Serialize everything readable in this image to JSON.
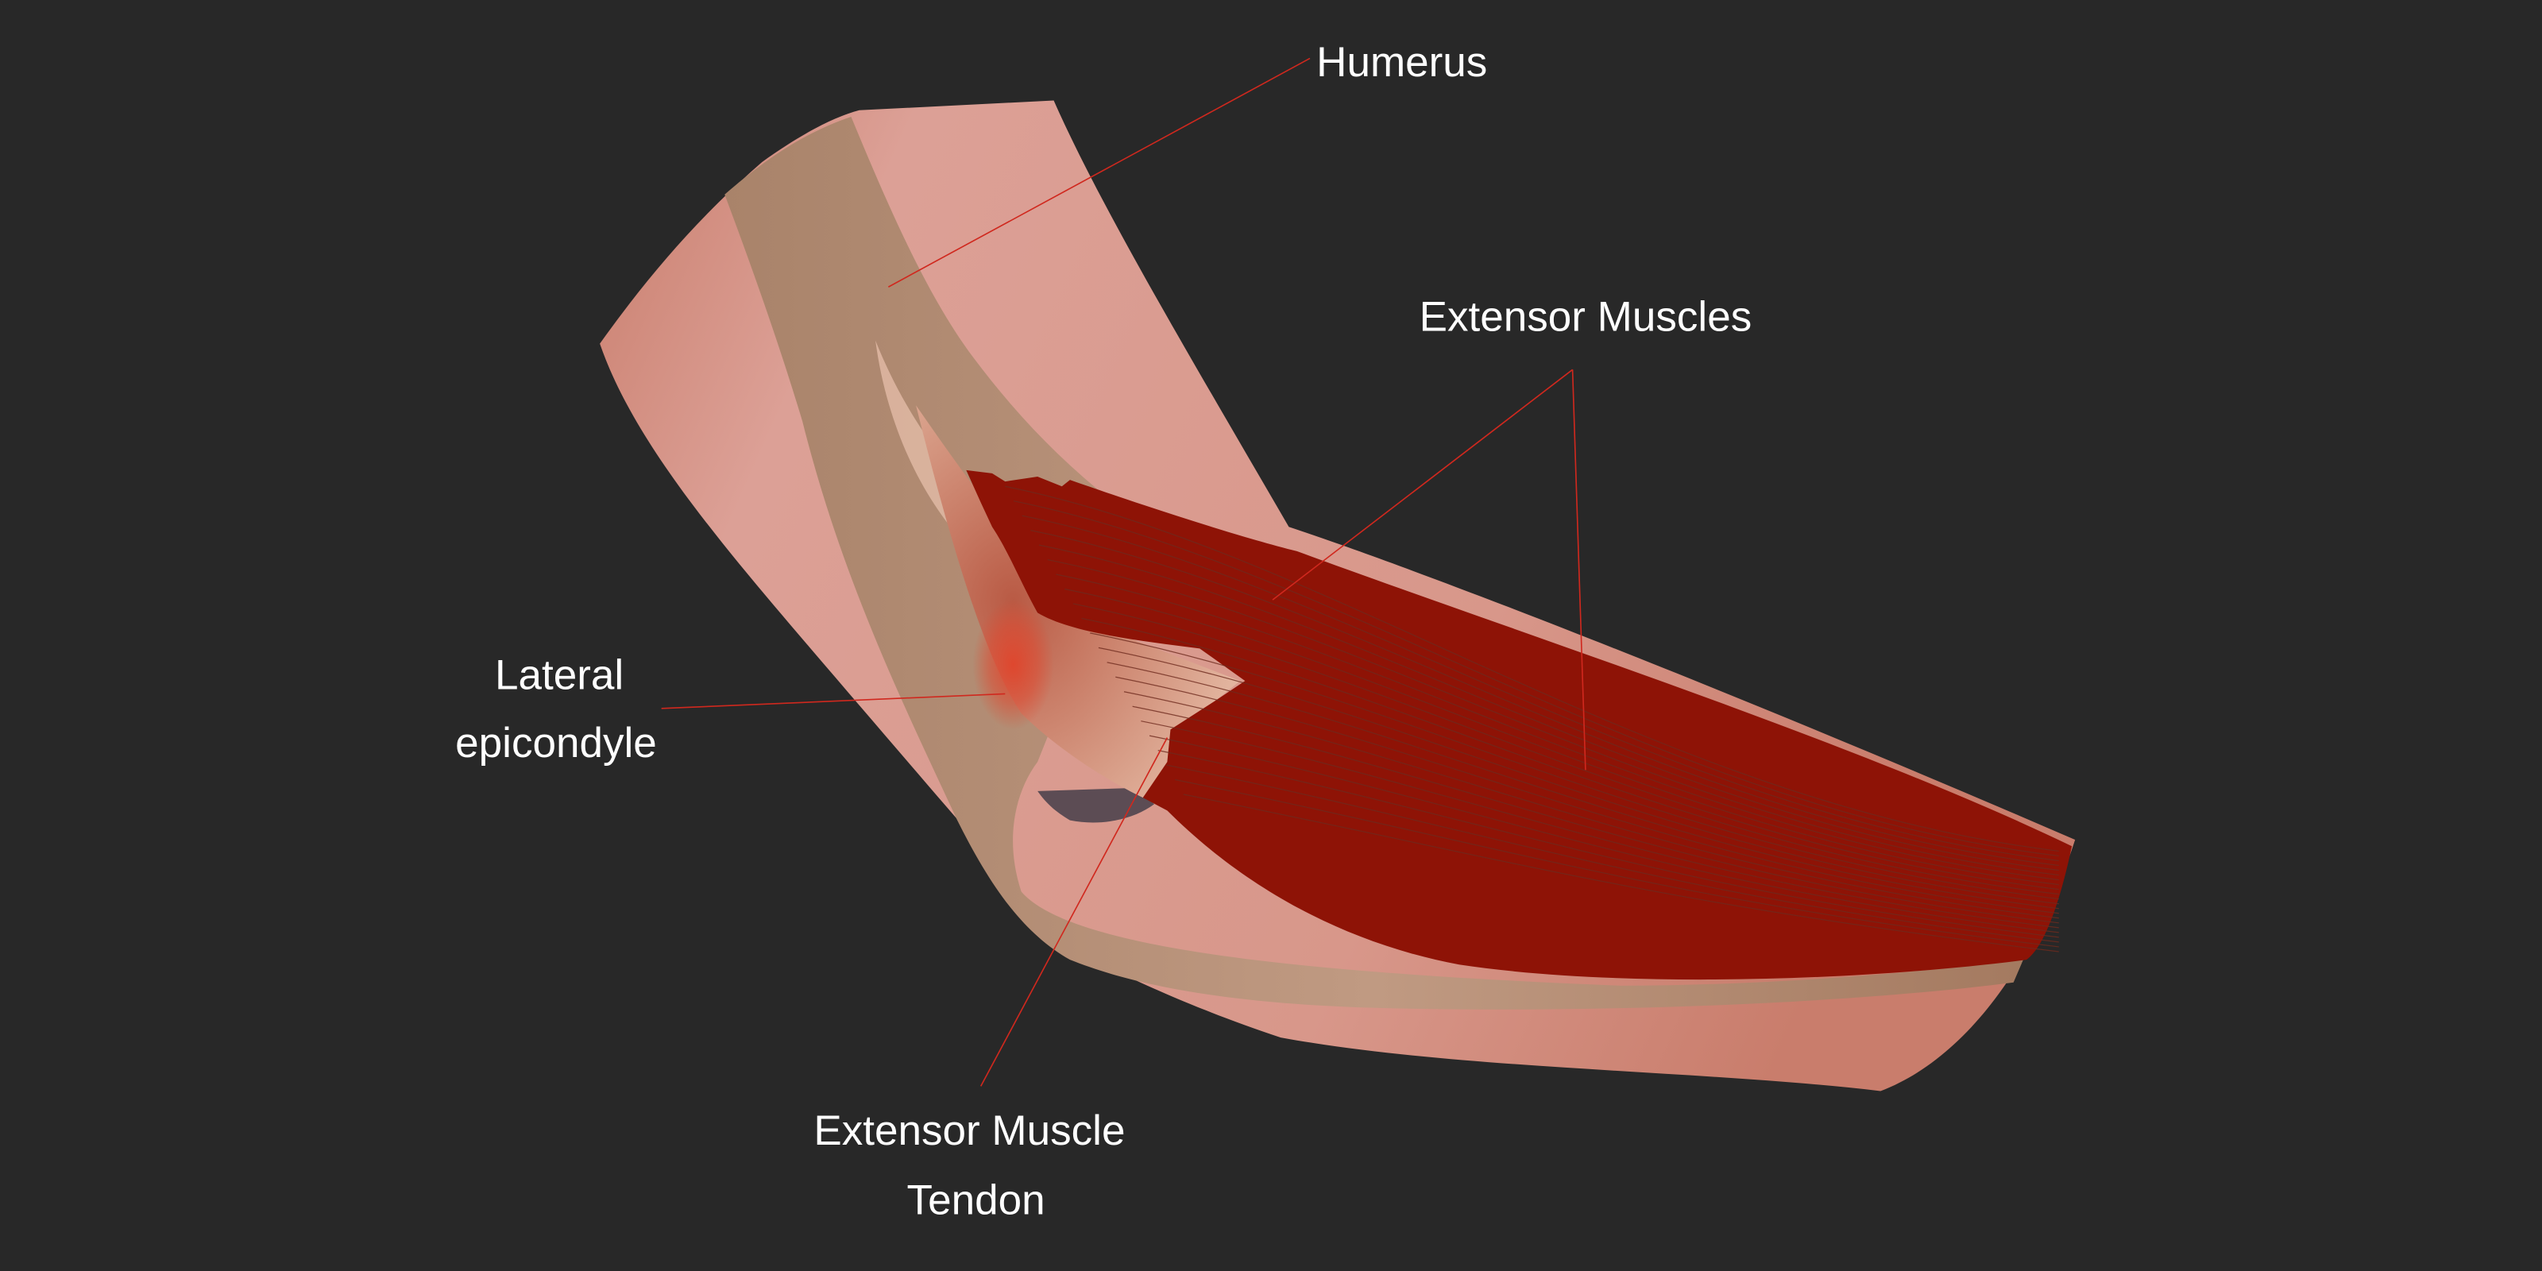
{
  "labels": {
    "humerus": "Humerus",
    "extensor_muscles": "Extensor Muscles",
    "lateral_epicondyle": [
      "Lateral",
      "epicondyle"
    ],
    "extensor_muscle_tendon": [
      "Extensor Muscle",
      "Tendon"
    ]
  },
  "colors": {
    "background": "#282828",
    "skin": "#dca096",
    "skin_edge": "#c97d6c",
    "bone": "#b99178",
    "muscle": "#8e1306",
    "inflammation": "#e0452c",
    "leader_line": "#d0281e"
  }
}
